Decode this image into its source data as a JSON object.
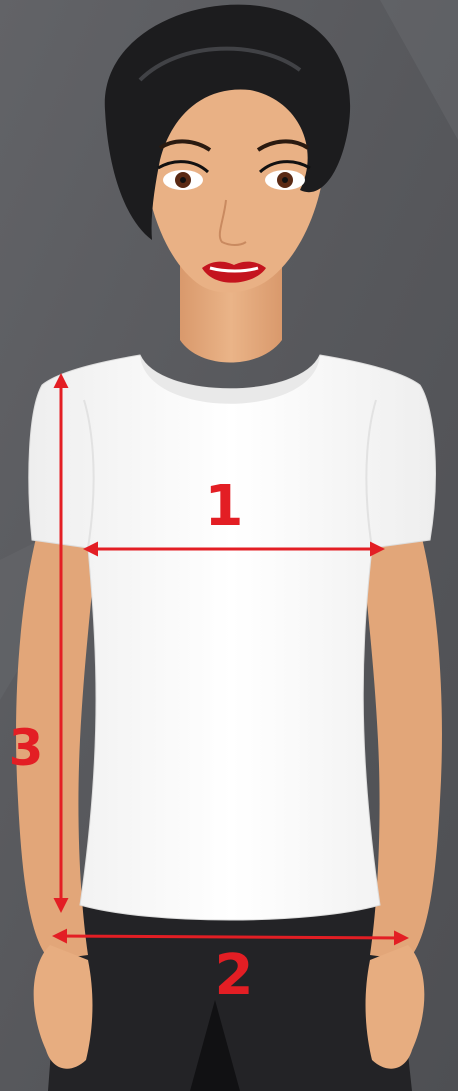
{
  "measurements": [
    {
      "id": "1",
      "label": "1",
      "what": "chest"
    },
    {
      "id": "2",
      "label": "2",
      "what": "hem"
    },
    {
      "id": "3",
      "label": "3",
      "what": "length"
    }
  ],
  "colors": {
    "background": "#5d5e62",
    "skin": "#e7ad80",
    "hair": "#1c1c1e",
    "shirt": "#fbfbfb",
    "pants": "#232326",
    "arrow": "#e31e24"
  }
}
